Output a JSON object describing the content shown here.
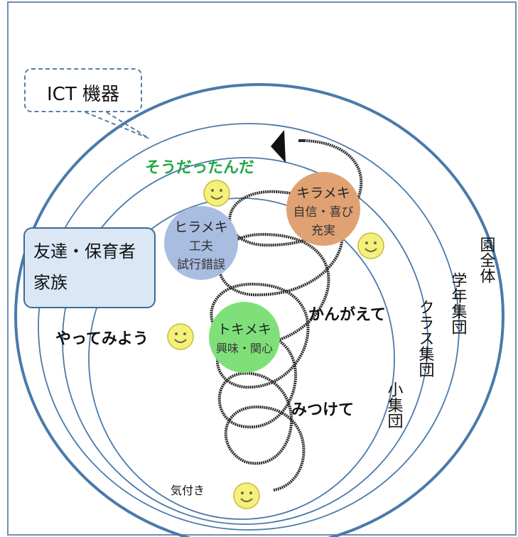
{
  "ict_callout": "ICT 機器",
  "people_box": {
    "line1": "友達・保育者",
    "line2": "家族"
  },
  "circle_labels": {
    "whole_school": "園全体",
    "grade_group": "学年集団",
    "class_group": "クラス集団",
    "small_group": "小集団"
  },
  "stages": {
    "kizuki": "気付き",
    "tokimeki": {
      "title": "トキメキ",
      "sub": "興味・関心"
    },
    "hirameki": {
      "title": "ヒラメキ",
      "sub1": "工夫",
      "sub2": "試行錯誤"
    },
    "kirameki": {
      "title": "キラメキ",
      "sub1": "自信・喜び",
      "sub2": "充実"
    }
  },
  "phrases": {
    "yatte": "やってみよう",
    "mitsukete": "みつけて",
    "kangaete": "かんがえて",
    "soudatta": "そうだったんだ"
  },
  "colors": {
    "tokimeki": "#7fe07a",
    "hirameki": "#a9bde0",
    "kirameki": "#e0a272",
    "phrase_green": "#22a845",
    "circle": "#4a7aab"
  }
}
